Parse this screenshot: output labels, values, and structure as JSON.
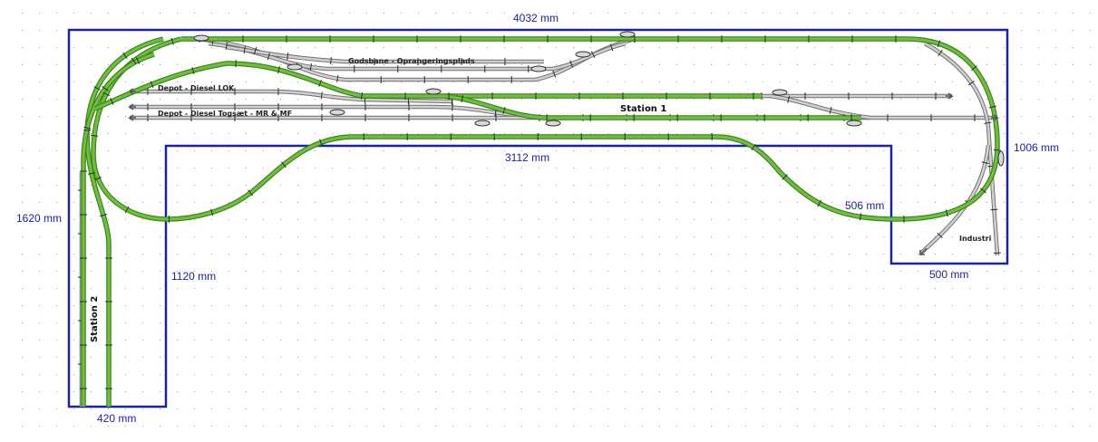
{
  "dimensions": {
    "top_width": "4032 mm",
    "inner_width": "3112 mm",
    "left_height": "1620 mm",
    "inner_left_height": "1120 mm",
    "right_height": "1006 mm",
    "bottom_left_width": "420 mm",
    "right_notch_width": "500 mm",
    "right_notch_height": "506 mm"
  },
  "labels": {
    "goods_yard": "Godsbane - Oprangeringsplads",
    "depot_loco": "Depot - Diesel LOK",
    "depot_train": "Depot - Diesel Togsæt - MR & MF",
    "station1": "Station 1",
    "station2": "Station 2",
    "industry": "Industri"
  },
  "colors": {
    "outline": "#1a22a8",
    "mainline": "#6cc13a",
    "siding": "#cfcfcf",
    "grid_dot": "#9a9a9a"
  }
}
